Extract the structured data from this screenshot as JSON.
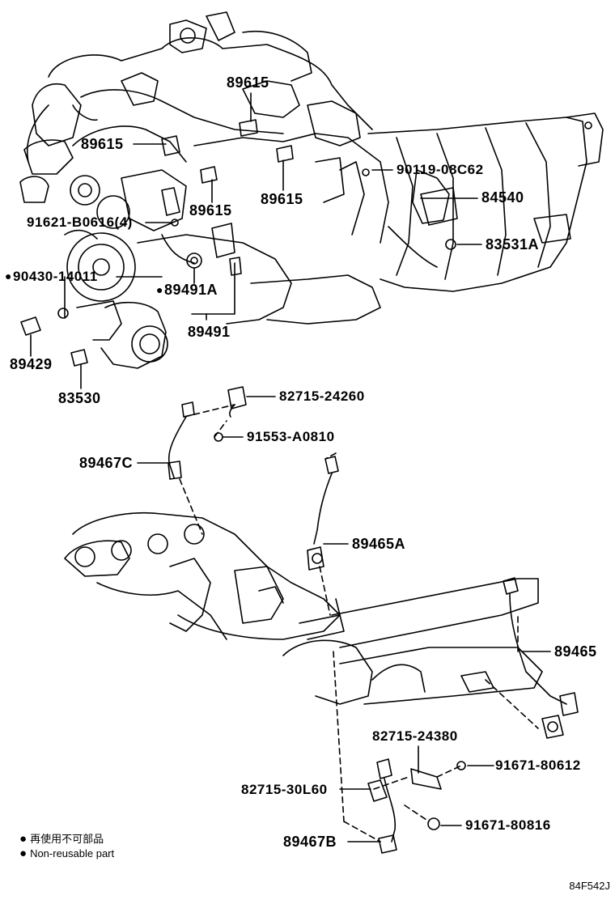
{
  "parts": {
    "p89615_a": "89615",
    "p89615_b": "89615",
    "p89615_c": "89615",
    "p89615_d": "89615",
    "p90119": "90119-08C62",
    "p84540": "84540",
    "p91621": "91621-B0616(4)",
    "p83531A": "83531A",
    "p90430": "90430-14011",
    "p89491A": "89491A",
    "p89491": "89491",
    "p89429": "89429",
    "p83530": "83530",
    "p82715_24260": "82715-24260",
    "p91553": "91553-A0810",
    "p89467C": "89467C",
    "p89465A": "89465A",
    "p89465": "89465",
    "p82715_24380": "82715-24380",
    "p91671_80612": "91671-80612",
    "p82715_30L60": "82715-30L60",
    "p91671_80816": "91671-80816",
    "p89467B": "89467B"
  },
  "legend": {
    "line_jp": "再使用不可部品",
    "line_en": "Non-reusable part"
  },
  "figure_code": "84F542J"
}
